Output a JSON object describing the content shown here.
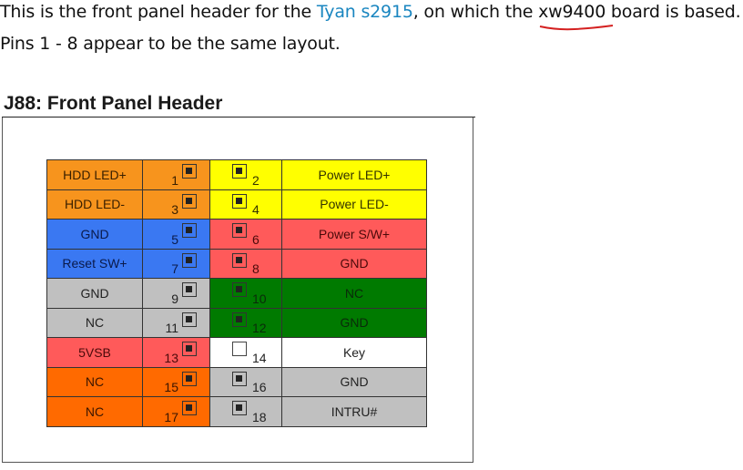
{
  "intro": {
    "line1_prefix": "This is the front panel header for the ",
    "line1_link": "Tyan s2915",
    "line1_mid": ", on which the ",
    "line1_underlined": "xw9400",
    "line1_suffix": " board is based.",
    "line2": "Pins 1 - 8 appear to be the same layout."
  },
  "figure": {
    "heading": "J88:  Front Panel Header",
    "rows": [
      {
        "left_label": "HDD LED+",
        "left_pin": "1",
        "right_pin": "2",
        "right_label": "Power LED+",
        "left_color": "#f7941d",
        "right_color": "#ffff00",
        "left_text": "#3a2000",
        "right_text": "#333300"
      },
      {
        "left_label": "HDD LED-",
        "left_pin": "3",
        "right_pin": "4",
        "right_label": "Power LED-",
        "left_color": "#f7941d",
        "right_color": "#ffff00",
        "left_text": "#3a2000",
        "right_text": "#333300"
      },
      {
        "left_label": "GND",
        "left_pin": "5",
        "right_pin": "6",
        "right_label": "Power S/W+",
        "left_color": "#3a78f2",
        "right_color": "#ff5a5a",
        "left_text": "#0a1a4a",
        "right_text": "#4a0a0a"
      },
      {
        "left_label": "Reset SW+",
        "left_pin": "7",
        "right_pin": "8",
        "right_label": "GND",
        "left_color": "#3a78f2",
        "right_color": "#ff5a5a",
        "left_text": "#0a1a4a",
        "right_text": "#4a0a0a"
      },
      {
        "left_label": "GND",
        "left_pin": "9",
        "right_pin": "10",
        "right_label": "NC",
        "left_color": "#c0c0c0",
        "right_color": "#007a00",
        "left_text": "#222222",
        "right_text": "#0a2a0a"
      },
      {
        "left_label": "NC",
        "left_pin": "11",
        "right_pin": "12",
        "right_label": "GND",
        "left_color": "#c0c0c0",
        "right_color": "#007a00",
        "left_text": "#222222",
        "right_text": "#0a2a0a"
      },
      {
        "left_label": "5VSB",
        "left_pin": "13",
        "right_pin": "14",
        "right_label": "Key",
        "left_color": "#ff5a5a",
        "right_color": "#ffffff",
        "left_text": "#4a0a0a",
        "right_text": "#222222",
        "right_empty": true
      },
      {
        "left_label": "NC",
        "left_pin": "15",
        "right_pin": "16",
        "right_label": "GND",
        "left_color": "#ff6a00",
        "right_color": "#c0c0c0",
        "left_text": "#3a1500",
        "right_text": "#222222"
      },
      {
        "left_label": "NC",
        "left_pin": "17",
        "right_pin": "18",
        "right_label": "INTRU#",
        "left_color": "#ff6a00",
        "right_color": "#c0c0c0",
        "left_text": "#3a1500",
        "right_text": "#222222"
      }
    ]
  },
  "colors": {
    "link": "#1a86c0",
    "squiggle": "#d42020"
  }
}
